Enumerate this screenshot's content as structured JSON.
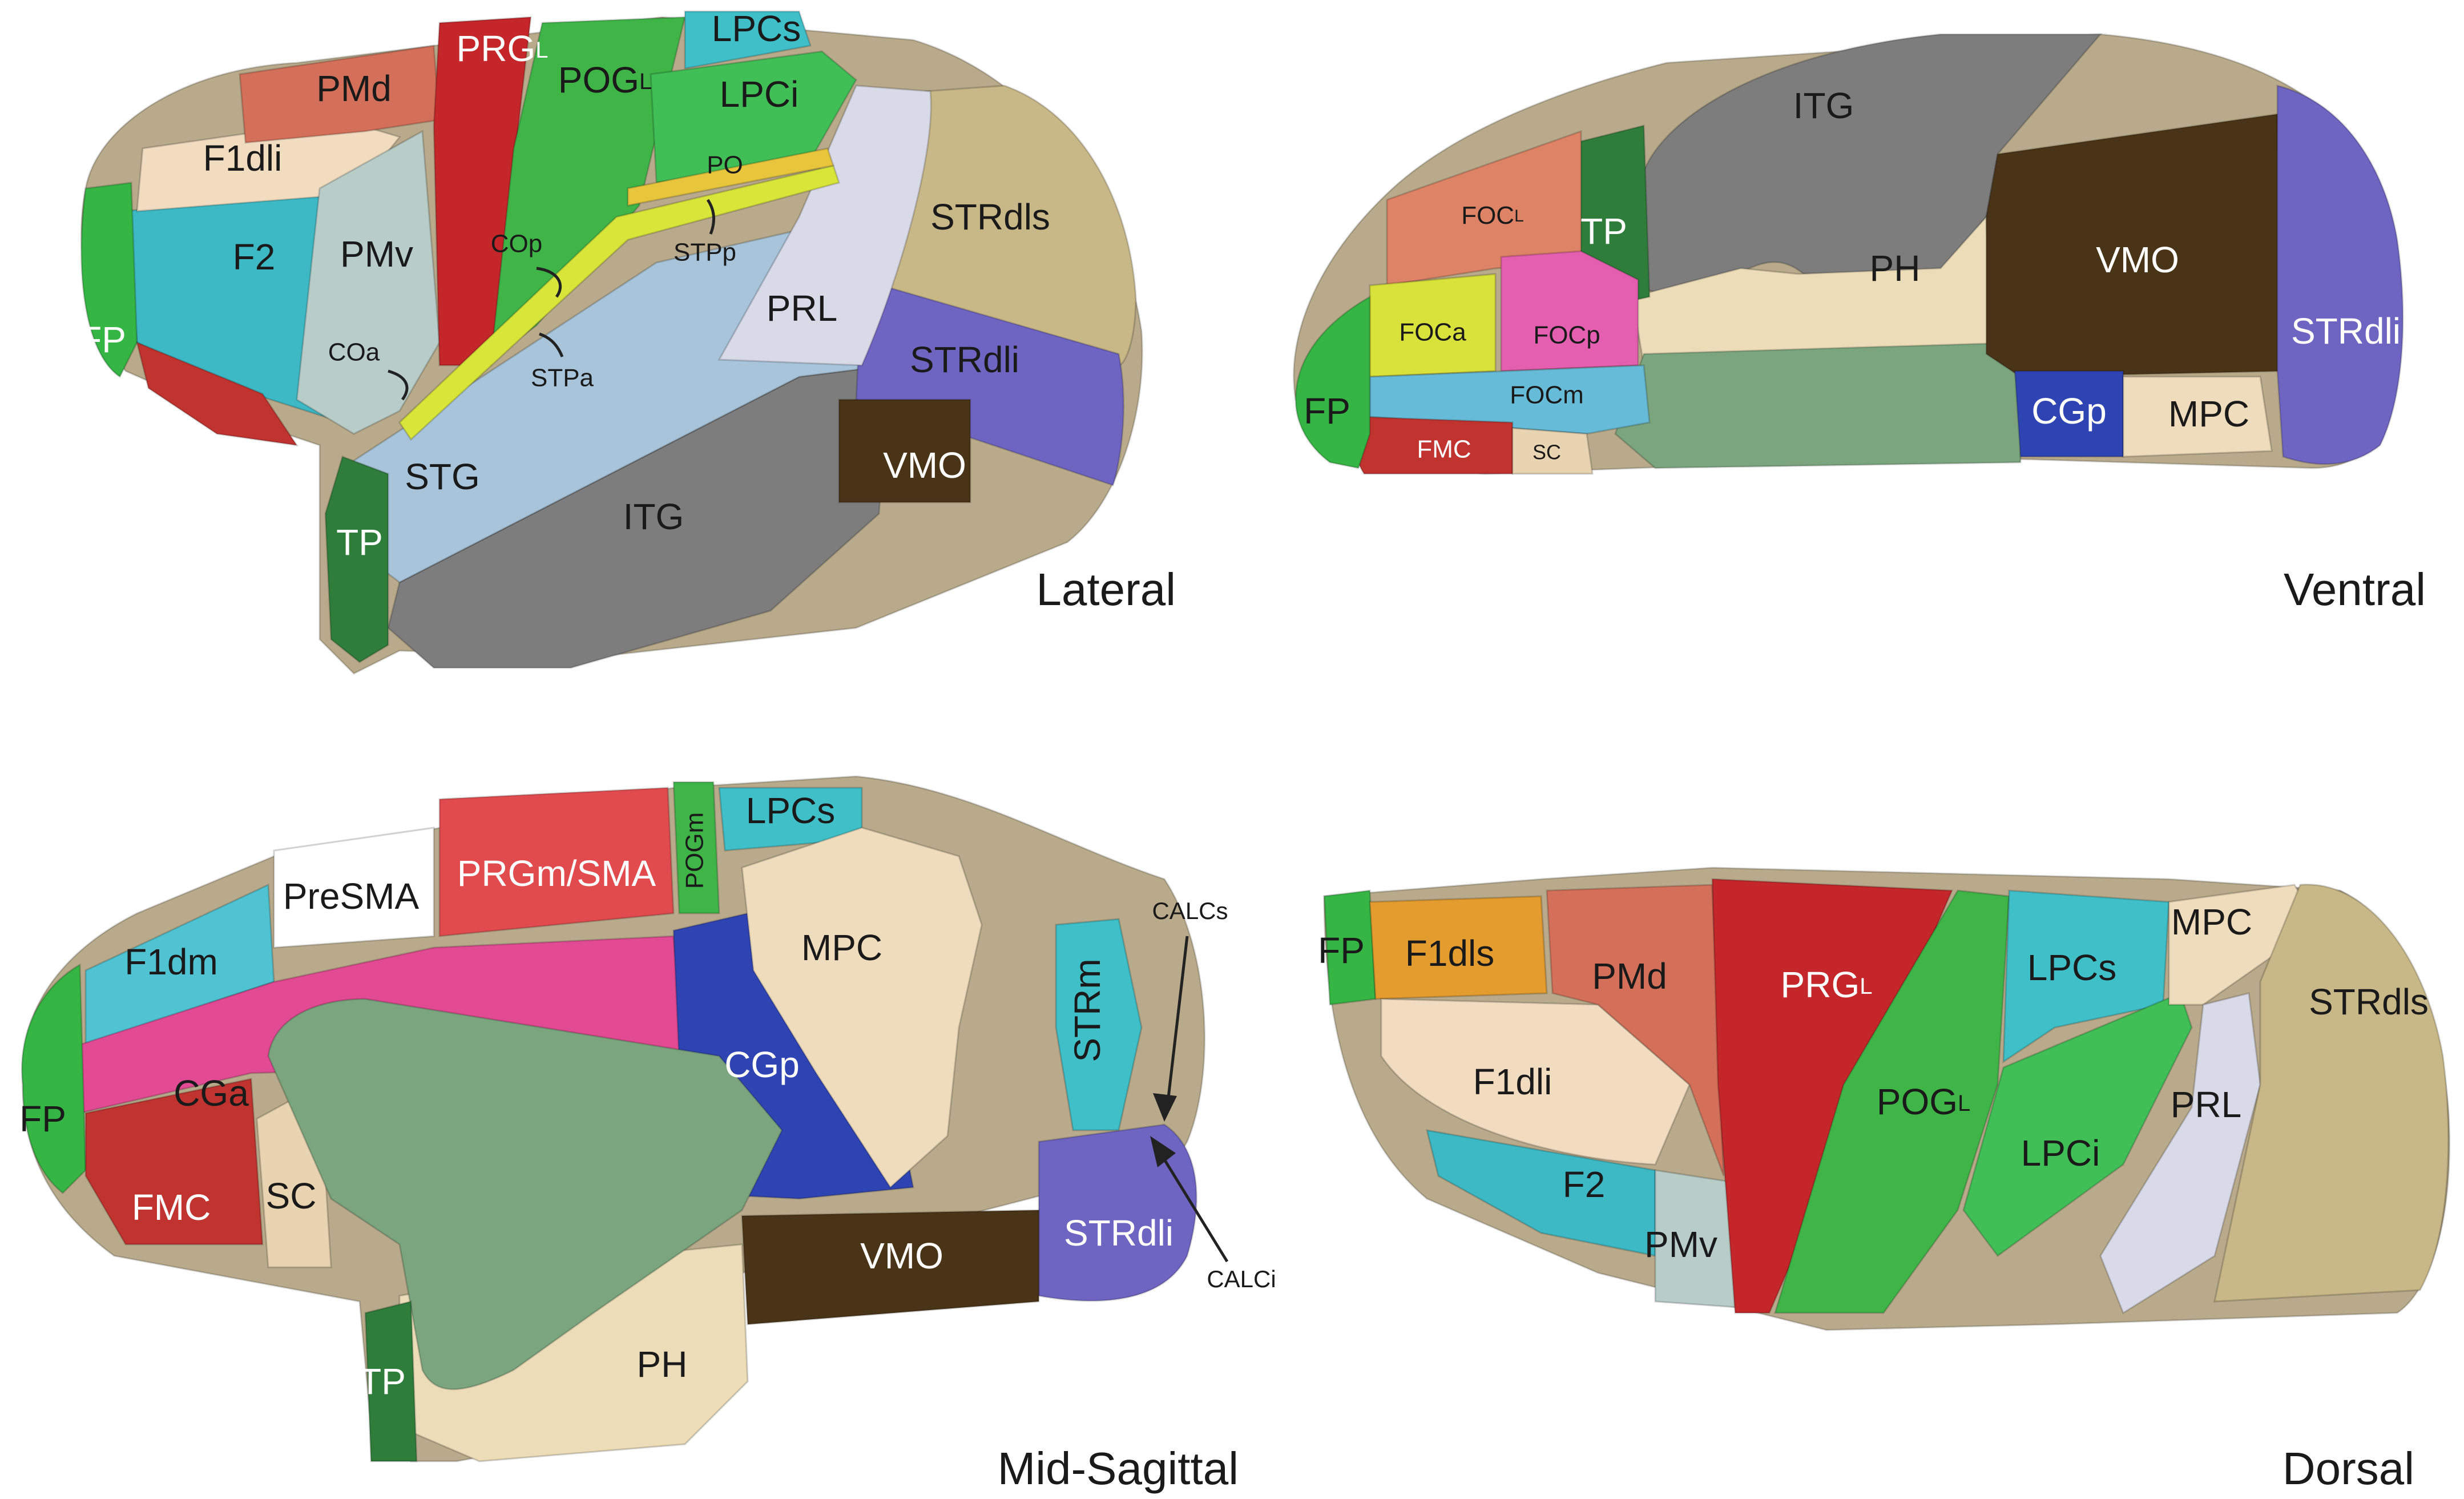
{
  "views": {
    "lateral": "Lateral",
    "ventral": "Ventral",
    "midsagittal": "Mid-Sagittal",
    "dorsal": "Dorsal"
  },
  "lateral": {
    "FP": "FP",
    "F2": "F2",
    "F1dli": "F1dli",
    "PMd": "PMd",
    "PMv": "PMv",
    "PRGL": "PRG",
    "PRGL_sub": "L",
    "POGL": "POG",
    "POGL_sub": "L",
    "LPCs": "LPCs",
    "LPCi": "LPCi",
    "COp": "COp",
    "COa": "COa",
    "PO": "PO",
    "STPp": "STPp",
    "STPa": "STPa",
    "STRdls": "STRdls",
    "PRL": "PRL",
    "STRdli": "STRdli",
    "STG": "STG",
    "ITG": "ITG",
    "VMO": "VMO",
    "TP": "TP"
  },
  "ventral": {
    "ITG": "ITG",
    "FOCL": "FOC",
    "FOCL_sub": "L",
    "TP": "TP",
    "PH": "PH",
    "VMO": "VMO",
    "FOCa": "FOCa",
    "FOCp": "FOCp",
    "FOCm": "FOCm",
    "STRdli": "STRdli",
    "FP": "FP",
    "FMC": "FMC",
    "SC": "SC",
    "CGp": "CGp",
    "MPC": "MPC"
  },
  "midsagittal": {
    "PreSMA": "PreSMA",
    "PRGm": "PRGm/SMA",
    "POGm": "POGm",
    "LPCs": "LPCs",
    "MPC": "MPC",
    "CALCs": "CALCs",
    "F1dm": "F1dm",
    "STRm": "STRm",
    "CGa": "CGa",
    "CGp": "CGp",
    "FP": "FP",
    "FMC": "FMC",
    "SC": "SC",
    "CALCi": "CALCi",
    "STRdli": "STRdli",
    "VMO": "VMO",
    "TP": "TP",
    "PH": "PH"
  },
  "dorsal": {
    "FP": "FP",
    "F1dls": "F1dls",
    "PMd": "PMd",
    "PRGL": "PRG",
    "PRGL_sub": "L",
    "LPCs": "LPCs",
    "MPC": "MPC",
    "STRdls": "STRdls",
    "F1dli": "F1dli",
    "POGL": "POG",
    "POGL_sub": "L",
    "PRL": "PRL",
    "LPCi": "LPCi",
    "F2": "F2",
    "PMv": "PMv"
  },
  "colors": {
    "PRG": "#c4262a",
    "POG": "#3fb548",
    "LPCs": "#3fbfc8",
    "LPCi": "#3fbf55",
    "PMd": "#d4705a",
    "F1": "#f1dcc0",
    "F2": "#3cb9c4",
    "PMv": "#b8ccc8",
    "STG": "#a8c4da",
    "ITG": "#7d7d7d",
    "STR_dls": "#c8b888",
    "STR_dli": "#6e65c3",
    "PRL": "#d8dae8",
    "VMO": "#4a3417",
    "TP": "#2e7d3a",
    "FP": "#35b544",
    "PH": "#ecdcb8",
    "CGa": "#e24a93",
    "CGp": "#2f44b3",
    "MPC": "#eedcbc",
    "FMC": "#c0332f",
    "SC": "#e8d4b0",
    "SMA": "#e14b4e",
    "PreSMA": "#ffffff",
    "F1dm": "#4fc3d2",
    "F1dls": "#e39c2d",
    "FOCa": "#d8e23a",
    "FOCp": "#e55fb0",
    "FOCm": "#66bcd8",
    "FOCL": "#de8366",
    "PHgreen": "#7aa57e",
    "CO": "#d8e63a"
  }
}
